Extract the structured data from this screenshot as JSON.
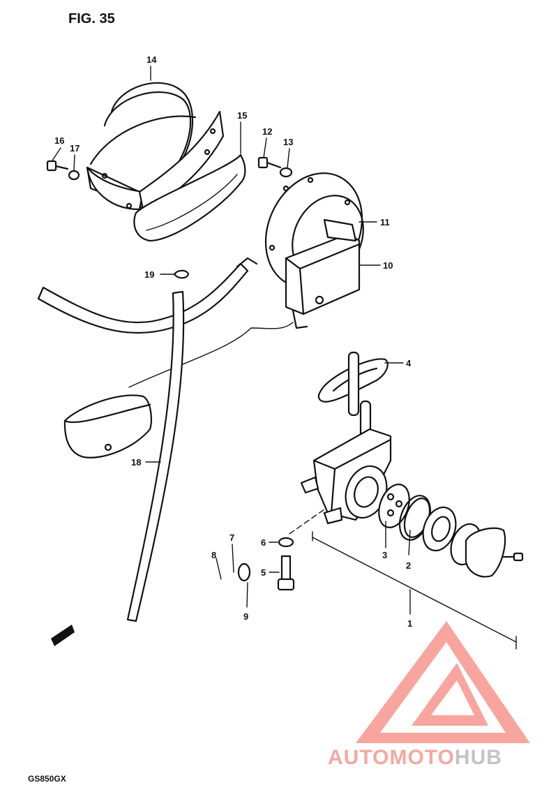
{
  "figure": {
    "title": "FIG. 35",
    "model": "GS850GX"
  },
  "callouts": [
    {
      "id": "c1",
      "text": "1"
    },
    {
      "id": "c2",
      "text": "2"
    },
    {
      "id": "c3",
      "text": "3"
    },
    {
      "id": "c4",
      "text": "4"
    },
    {
      "id": "c5",
      "text": "5"
    },
    {
      "id": "c6",
      "text": "6"
    },
    {
      "id": "c7",
      "text": "7"
    },
    {
      "id": "c8",
      "text": "8"
    },
    {
      "id": "c9",
      "text": "9"
    },
    {
      "id": "c10",
      "text": "10"
    },
    {
      "id": "c11",
      "text": "11"
    },
    {
      "id": "c12",
      "text": "12"
    },
    {
      "id": "c13",
      "text": "13"
    },
    {
      "id": "c14",
      "text": "14"
    },
    {
      "id": "c15",
      "text": "15"
    },
    {
      "id": "c16",
      "text": "16"
    },
    {
      "id": "c17",
      "text": "17"
    },
    {
      "id": "c18",
      "text": "18"
    },
    {
      "id": "c19",
      "text": "19"
    }
  ],
  "watermark": {
    "part_a": "AUTOMOTO",
    "part_b": "HUB",
    "color_a": "#f4a8a0",
    "color_b": "#c9c9c9",
    "logo_color": "#f26a5e"
  }
}
